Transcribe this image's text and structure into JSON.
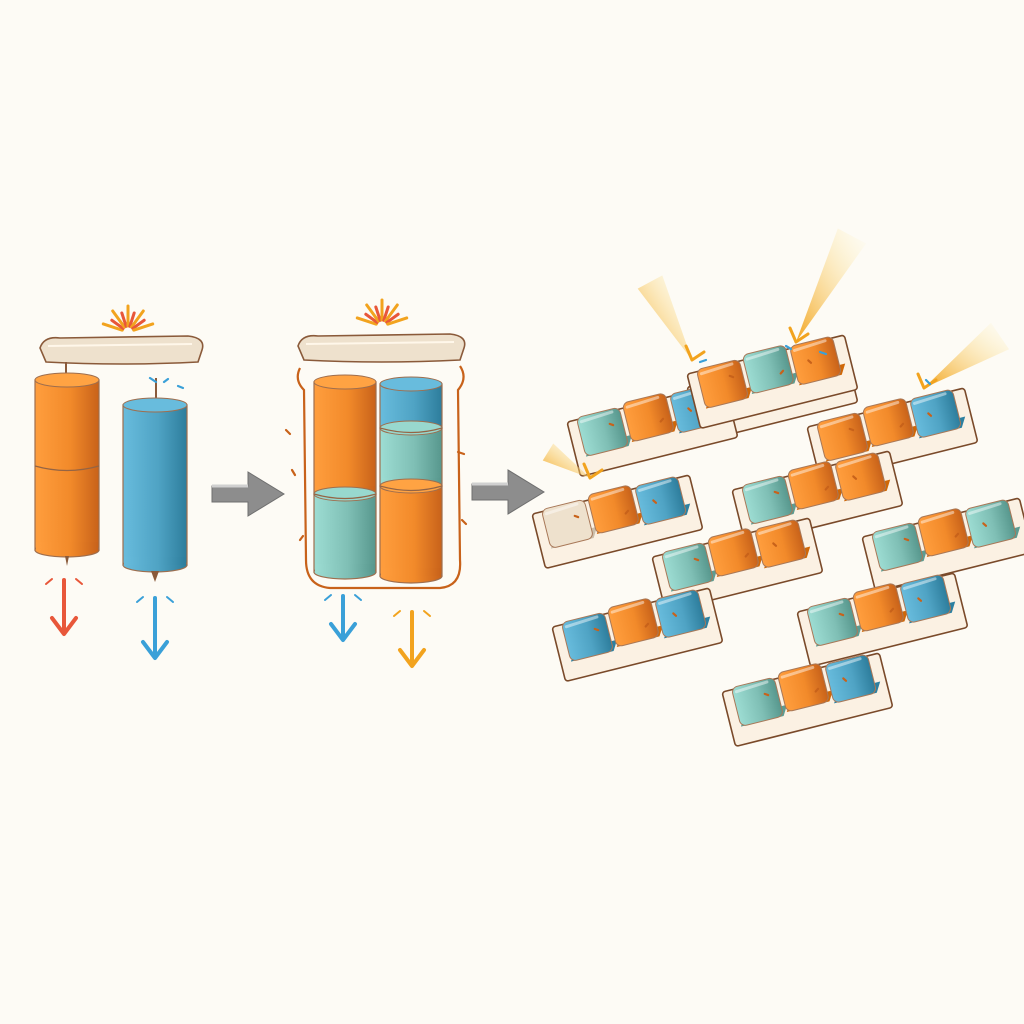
{
  "colors": {
    "background": "#fdfbf5",
    "orange": "#f28a2a",
    "orange_dark": "#c8621a",
    "blue": "#4fa3c4",
    "blue_dark": "#2d7d9c",
    "teal": "#7fbfb5",
    "cap": "#eee1cd",
    "cap_edge": "#8a5a3a",
    "arrow_gray": "#8d8d8d",
    "arrow_red": "#e8573a",
    "arrow_blue": "#3aa0d8",
    "arrow_yellow": "#f2a31e",
    "burst": "#f2a31e",
    "tray_edge": "#7a4a2a"
  },
  "diagram": {
    "stages": [
      {
        "name": "separate-columns",
        "columns": [
          "orange",
          "blue"
        ],
        "flow_arrows": [
          "red-down",
          "blue-down"
        ]
      },
      {
        "name": "combined-columns",
        "columns": [
          "orange-teal",
          "teal-orange"
        ],
        "flow_arrows": [
          "blue-down",
          "yellow-down"
        ]
      },
      {
        "name": "tiled-modules",
        "module_count": 11,
        "light_beams": 4
      }
    ],
    "transitions": [
      "gray-right-arrow",
      "gray-right-arrow"
    ]
  }
}
